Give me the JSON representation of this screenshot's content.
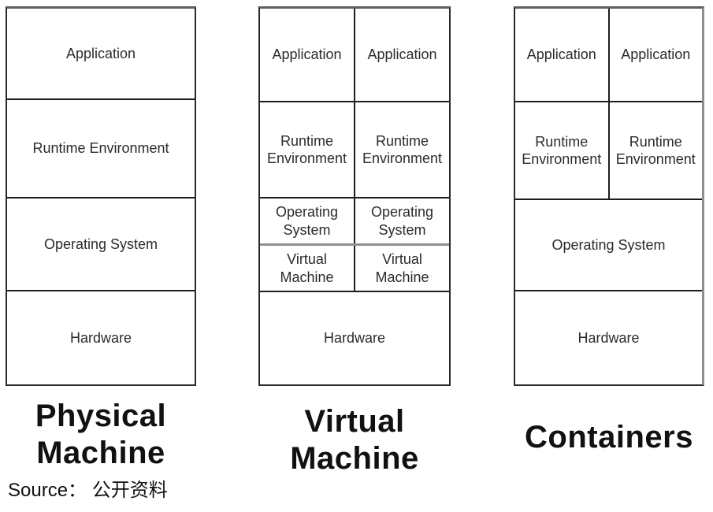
{
  "diagrams": {
    "physical": {
      "label": "Physical Machine",
      "layers": {
        "application": "Application",
        "runtime": "Runtime Environment",
        "os": "Operating System",
        "hardware": "Hardware"
      }
    },
    "virtual": {
      "label": "Virtual Machine",
      "layers": {
        "application_left": "Application",
        "application_right": "Application",
        "runtime_left": "Runtime Environment",
        "runtime_right": "Runtime Environment",
        "os_left": "Operating System",
        "os_right": "Operating System",
        "vm_left": "Virtual Machine",
        "vm_right": "Virtual Machine",
        "hardware": "Hardware"
      }
    },
    "containers": {
      "label": "Containers",
      "layers": {
        "application_left": "Application",
        "application_right": "Application",
        "runtime_left": "Runtime Environment",
        "runtime_right": "Runtime Environment",
        "os": "Operating System",
        "hardware": "Hardware"
      }
    }
  },
  "source": {
    "label": "Source： 公开资料"
  },
  "colors": {
    "background": "#ffffff",
    "border_dark": "#1d1d1d",
    "border_gray": "#8f8f8f",
    "cell_text": "#2b2b2b",
    "label_text": "#111111"
  }
}
